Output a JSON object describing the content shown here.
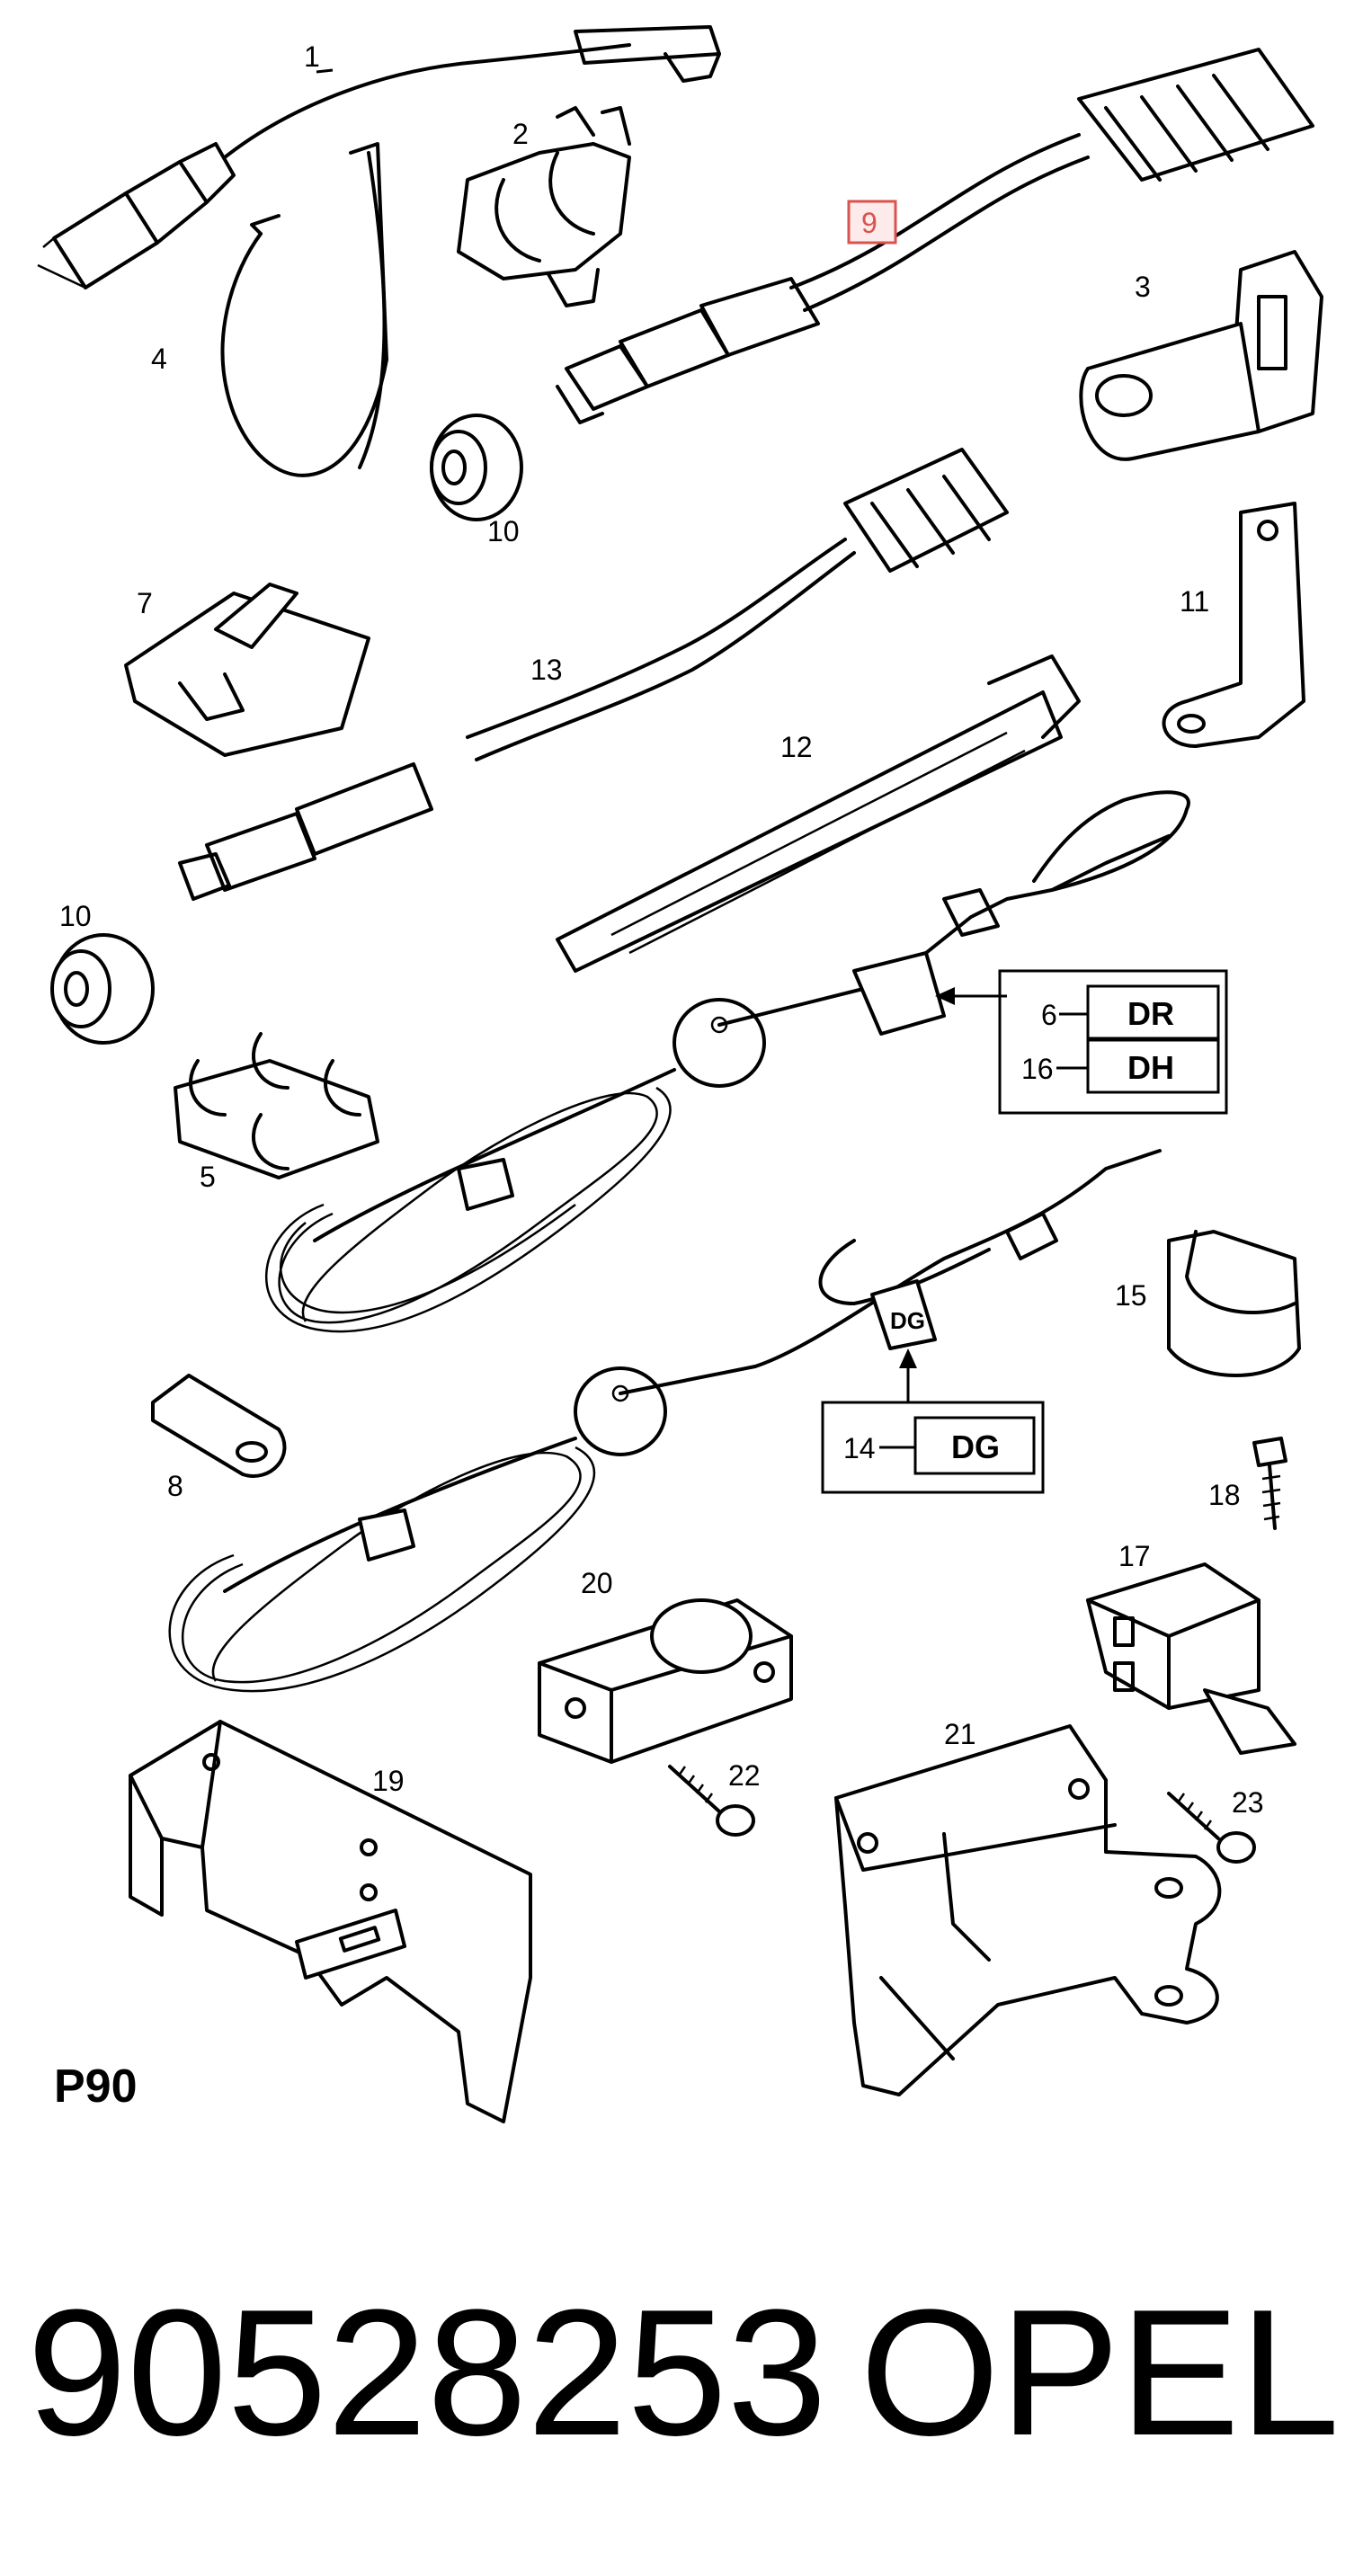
{
  "callouts": {
    "c1": "1",
    "c2": "2",
    "c3": "3",
    "c4": "4",
    "c5": "5",
    "c7": "7",
    "c8": "8",
    "c9": "9",
    "c10a": "10",
    "c10b": "10",
    "c11": "11",
    "c12": "12",
    "c13": "13",
    "c15": "15",
    "c17": "17",
    "c18": "18",
    "c19": "19",
    "c20": "20",
    "c21": "21",
    "c22": "22",
    "c23": "23"
  },
  "variant_box_a": {
    "rows": [
      {
        "number": "6",
        "code": "DR"
      },
      {
        "number": "16",
        "code": "DH"
      }
    ]
  },
  "variant_box_b": {
    "rows": [
      {
        "number": "14",
        "code": "DG"
      }
    ],
    "tag_label": "DG"
  },
  "highlighted_callout": "9",
  "highlight_color": "#d9534f",
  "diagram_code": "P90",
  "footer": {
    "part_number": "90528253",
    "brand": "OPEL"
  }
}
